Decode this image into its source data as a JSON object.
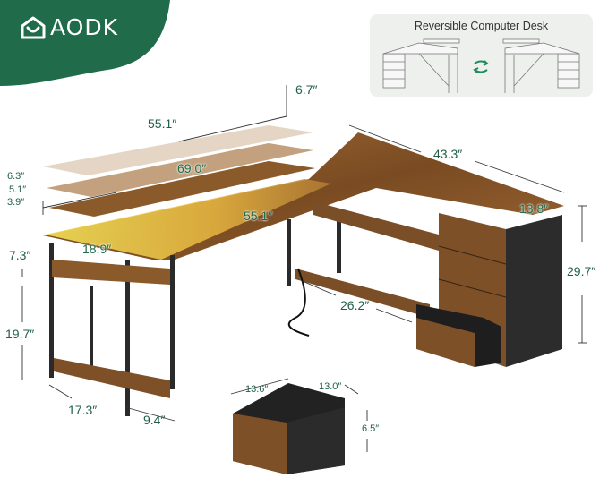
{
  "brand": {
    "name": "AODK",
    "accent_color": "#1f6b4a",
    "logo_icon": "house-smile-icon"
  },
  "reversible_panel": {
    "title": "Reversible Computer Desk",
    "swap_icon": "swap-arrows-icon"
  },
  "colors": {
    "dimension_text": "#1f5f45",
    "wood": "#8a5a2b",
    "metal": "#2a2a2a",
    "led": "#f3d43a"
  },
  "dimensions": {
    "hutch_length": "55.1″",
    "hutch_depth": "6.7″",
    "total_length": "69.0″",
    "desk_inner_length": "55.1″",
    "side_length": "43.3″",
    "side_depth": "13.8″",
    "shelf_height_1": "6.3″",
    "shelf_height_2": "5.1″",
    "shelf_height_3": "3.9″",
    "desk_depth": "18.9″",
    "drawer_height_gap": "7.3″",
    "under_shelf_height": "19.7″",
    "desk_height": "29.7″",
    "bottom_shelf_length": "26.2″",
    "side_shelf_width": "17.3″",
    "side_shelf_depth": "9.4″",
    "drawer_width": "13.6″",
    "drawer_depth": "13.0″",
    "drawer_height": "6.5″"
  }
}
